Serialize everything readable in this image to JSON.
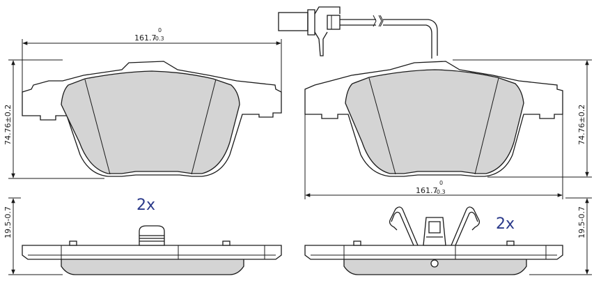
{
  "dimensions": {
    "width": {
      "value": "161.7",
      "tol_upper": "0",
      "tol_lower": "-0.3"
    },
    "height": "74.76±0.2",
    "thickness": "19.5-0.7"
  },
  "quantity": "2x"
}
